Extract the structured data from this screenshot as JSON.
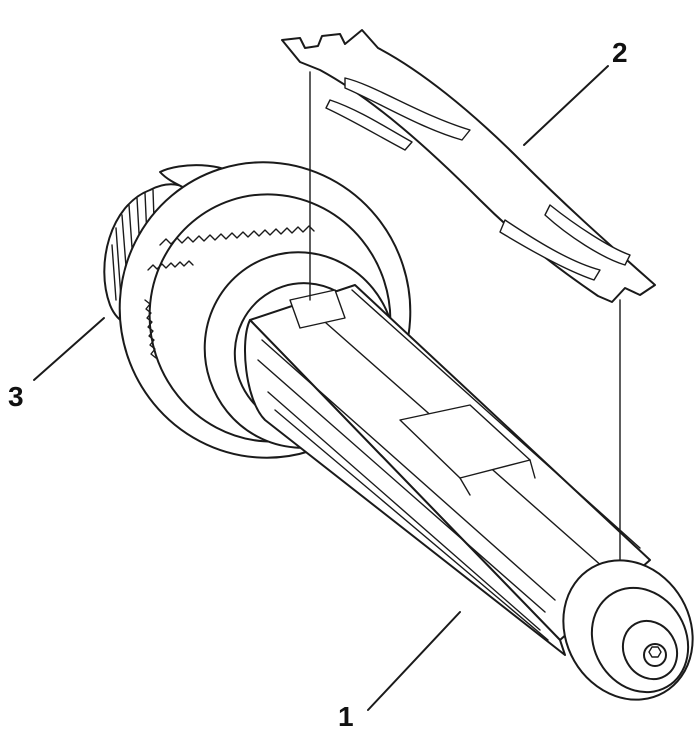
{
  "diagram": {
    "callouts": [
      {
        "id": "1",
        "label": "1"
      },
      {
        "id": "2",
        "label": "2"
      },
      {
        "id": "3",
        "label": "3"
      }
    ],
    "colors": {
      "ink": "#1a1a1a",
      "shade": "#d6d6d6",
      "background": "#ffffff"
    }
  }
}
